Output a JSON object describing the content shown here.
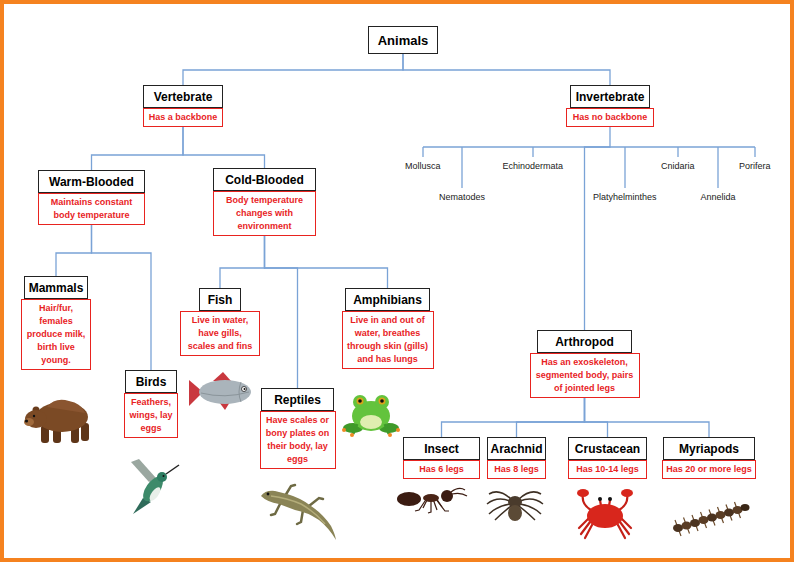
{
  "diagram": {
    "nodes": [
      {
        "text": [
          "Animals"
        ]
      },
      {
        "text": [
          "Vertebrate",
          "Has a backbone"
        ]
      },
      {
        "text": [
          "Invertebrate",
          "Has no backbone"
        ]
      },
      {
        "text": [
          "Warm-Blooded",
          "Maintains constant body temperature"
        ]
      },
      {
        "text": [
          "Cold-Blooded",
          "Body temperature changes with environment"
        ]
      },
      {
        "text": [
          "Mammals",
          "Hair/fur, females produce milk, birth live young."
        ]
      },
      {
        "text": [
          "Fish",
          "Live in water, have gills, scales and fins"
        ]
      },
      {
        "text": [
          "Amphibians",
          "Live in and out of water, breathes through skin (gills) and has lungs"
        ]
      },
      {
        "text": [
          "Arthropod",
          "Has an exoskeleton, segmented body, pairs of jointed legs"
        ]
      },
      {
        "text": [
          "Birds",
          "Feathers, wings, lay eggs"
        ]
      },
      {
        "text": [
          "Reptiles",
          "Have scales or bony plates on their body, lay eggs"
        ]
      },
      {
        "text": [
          "Insect",
          "Has 6 legs"
        ]
      },
      {
        "text": [
          "Arachnid",
          "Has 8 legs"
        ]
      },
      {
        "text": [
          "Crustacean",
          "Has 10-14 legs"
        ]
      },
      {
        "text": [
          "Myriapods",
          "Has 20 or more legs"
        ]
      }
    ],
    "edges": [
      {
        "from": 0,
        "to": 1,
        "arrow": "none"
      },
      {
        "from": 0,
        "to": 2,
        "arrow": "none"
      },
      {
        "from": 1,
        "to": 3,
        "arrow": "none"
      },
      {
        "from": 1,
        "to": 4,
        "arrow": "none"
      },
      {
        "from": 2,
        "to": 8,
        "arrow": "none"
      },
      {
        "from": 3,
        "to": 5,
        "arrow": "none"
      },
      {
        "from": 3,
        "to": 9,
        "arrow": "none"
      },
      {
        "from": 4,
        "to": 6,
        "arrow": "none"
      },
      {
        "from": 4,
        "to": 10,
        "arrow": "none"
      },
      {
        "from": 4,
        "to": 7,
        "arrow": "none"
      },
      {
        "from": 8,
        "to": 11,
        "arrow": "none"
      },
      {
        "from": 8,
        "to": 12,
        "arrow": "none"
      },
      {
        "from": 8,
        "to": 13,
        "arrow": "none"
      },
      {
        "from": 8,
        "to": 14,
        "arrow": "none"
      }
    ],
    "labels": [
      "Mollusca",
      "Nematodes",
      "Echinodermata",
      "Platyhelminthes",
      "Cnidaria",
      "Annelida",
      "Porifera"
    ]
  }
}
